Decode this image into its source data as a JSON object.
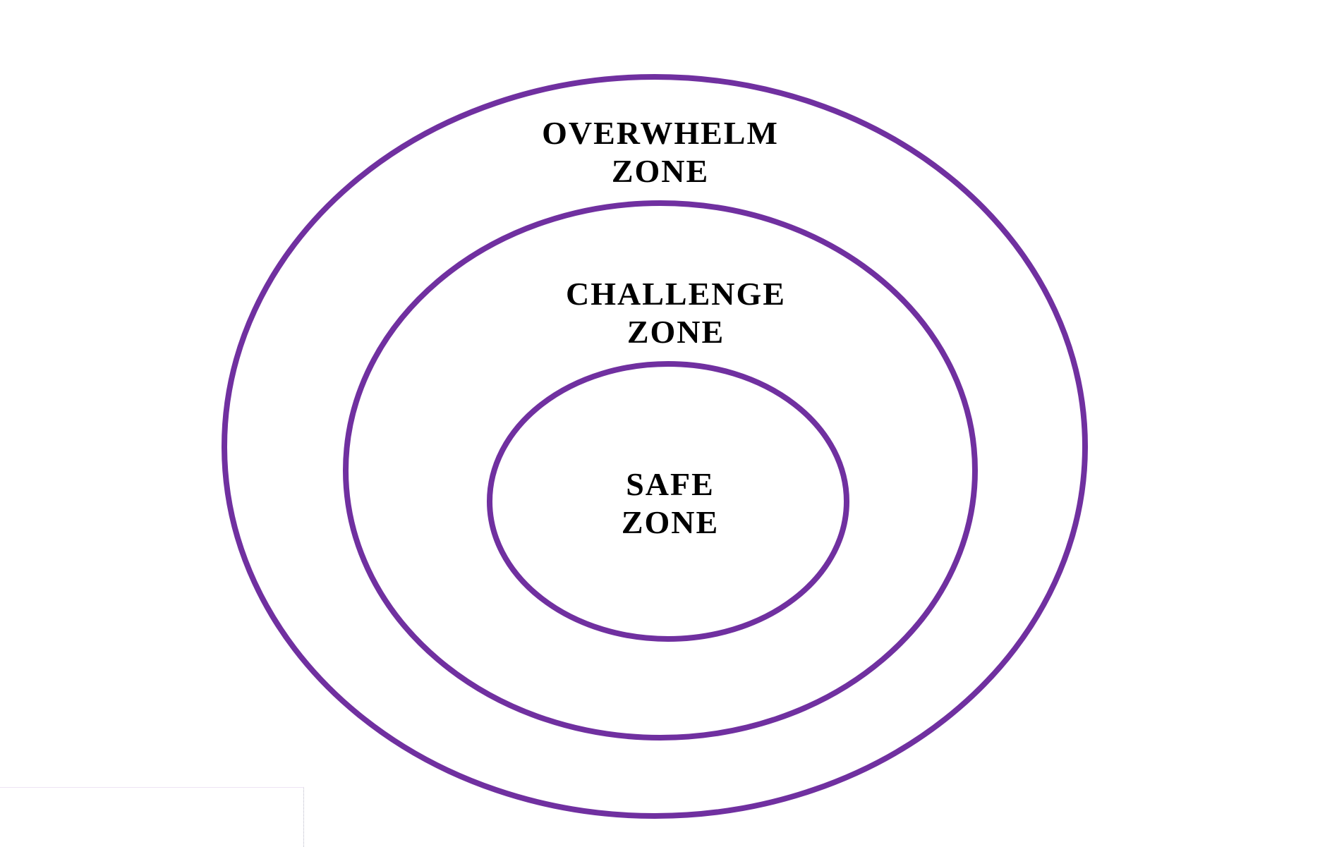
{
  "diagram": {
    "stroke_color": "#7030a0",
    "zones": [
      {
        "name": "overwhelm",
        "lines": [
          "OVERWHELM",
          "ZONE"
        ]
      },
      {
        "name": "challenge",
        "lines": [
          "CHALLENGE",
          "ZONE"
        ]
      },
      {
        "name": "safe",
        "lines": [
          "SAFE",
          "ZONE"
        ]
      }
    ]
  }
}
